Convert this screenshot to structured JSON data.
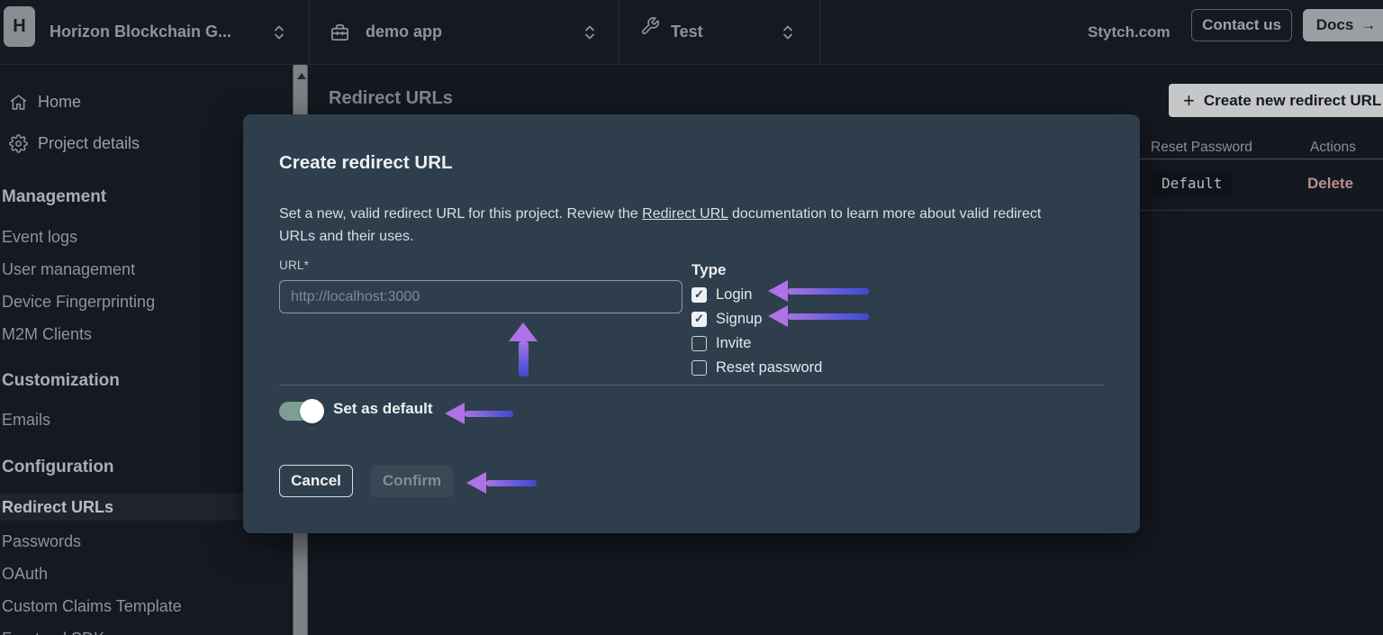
{
  "header": {
    "logo_letter": "H",
    "org_selector": "Horizon Blockchain G...",
    "app_selector": "demo app",
    "env_selector": "Test",
    "site_link": "Stytch.com",
    "contact_button": "Contact us",
    "docs_button": "Docs",
    "docs_arrow_glyph": "→"
  },
  "sidebar": {
    "home": "Home",
    "project_details": "Project details",
    "sections": [
      {
        "heading": "Management",
        "items": [
          {
            "label": "Event logs"
          },
          {
            "label": "User management"
          },
          {
            "label": "Device Fingerprinting"
          },
          {
            "label": "M2M Clients"
          }
        ]
      },
      {
        "heading": "Customization",
        "items": [
          {
            "label": "Emails"
          }
        ]
      },
      {
        "heading": "Configuration",
        "items": [
          {
            "label": "Redirect URLs",
            "active": true
          },
          {
            "label": "Passwords"
          },
          {
            "label": "OAuth"
          },
          {
            "label": "Custom Claims Template"
          },
          {
            "label": "Frontend SDK"
          }
        ]
      }
    ]
  },
  "main": {
    "page_title": "Redirect URLs",
    "create_button": "Create new redirect URL",
    "plus_glyph": "+",
    "table": {
      "header_reset_password": "Reset Password",
      "header_actions": "Actions",
      "row": {
        "reset_password_value": "Default",
        "action": "Delete"
      }
    }
  },
  "modal": {
    "title": "Create redirect URL",
    "desc_before": "Set a new, valid redirect URL for this project. Review the ",
    "desc_link": "Redirect URL",
    "desc_after": " documentation to learn more about valid redirect URLs and their uses.",
    "url_label": "URL*",
    "url_placeholder": "http://localhost:3000",
    "url_value": "",
    "type_label": "Type",
    "checkboxes": [
      {
        "label": "Login",
        "checked": true
      },
      {
        "label": "Signup",
        "checked": true
      },
      {
        "label": "Invite",
        "checked": false
      },
      {
        "label": "Reset password",
        "checked": false
      }
    ],
    "toggle_label": "Set as default",
    "toggle_on": true,
    "cancel_button": "Cancel",
    "confirm_button": "Confirm"
  },
  "colors": {
    "page_bg": "#141820",
    "modal_bg": "#2f3e4c",
    "accent_arrow_purple": "#ae72e6",
    "accent_arrow_blue": "#3b4ad2",
    "toggle_on_green": "#7d9e92",
    "delete_red": "#ba8f8f",
    "create_button_bg": "#c5c7c9"
  }
}
